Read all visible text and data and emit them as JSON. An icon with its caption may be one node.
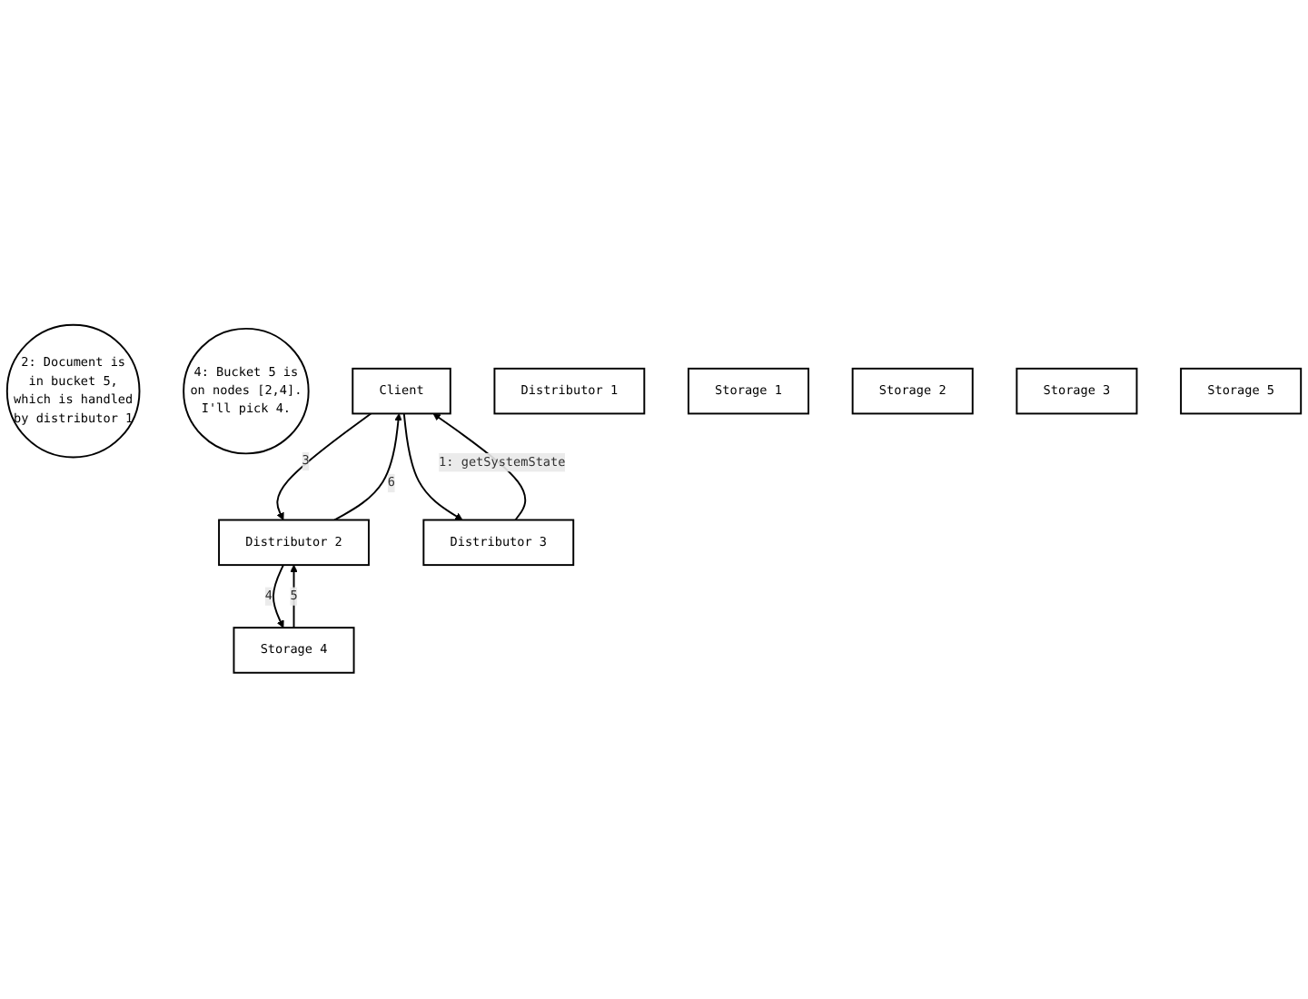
{
  "diagram": {
    "nodes": [
      {
        "text": [
          "2: Document is in bucket 5, which is handled by distributor 1"
        ]
      },
      {
        "text": [
          "4: Bucket 5 is on nodes [2,4]. I'll pick 4."
        ]
      },
      {
        "text": [
          "Client"
        ]
      },
      {
        "text": [
          "Distributor 1"
        ]
      },
      {
        "text": [
          "Distributor 2"
        ]
      },
      {
        "text": [
          "Distributor 3"
        ]
      },
      {
        "text": [
          "Storage 1"
        ]
      },
      {
        "text": [
          "Storage 2"
        ]
      },
      {
        "text": [
          "Storage 3"
        ]
      },
      {
        "text": [
          "Storage 4"
        ]
      },
      {
        "text": [
          "Storage 5"
        ]
      }
    ],
    "edges": [
      {
        "from": 2,
        "to": 5,
        "arrow": "to"
      },
      {
        "from": 5,
        "to": 2,
        "arrow": "to",
        "label": "1: getSystemState"
      },
      {
        "from": 2,
        "to": 4,
        "arrow": "to",
        "label": "3"
      },
      {
        "from": 4,
        "to": 2,
        "arrow": "to",
        "label": "6"
      },
      {
        "from": 4,
        "to": 9,
        "arrow": "to",
        "label": "4"
      },
      {
        "from": 9,
        "to": 4,
        "arrow": "to",
        "label": "5"
      }
    ]
  }
}
